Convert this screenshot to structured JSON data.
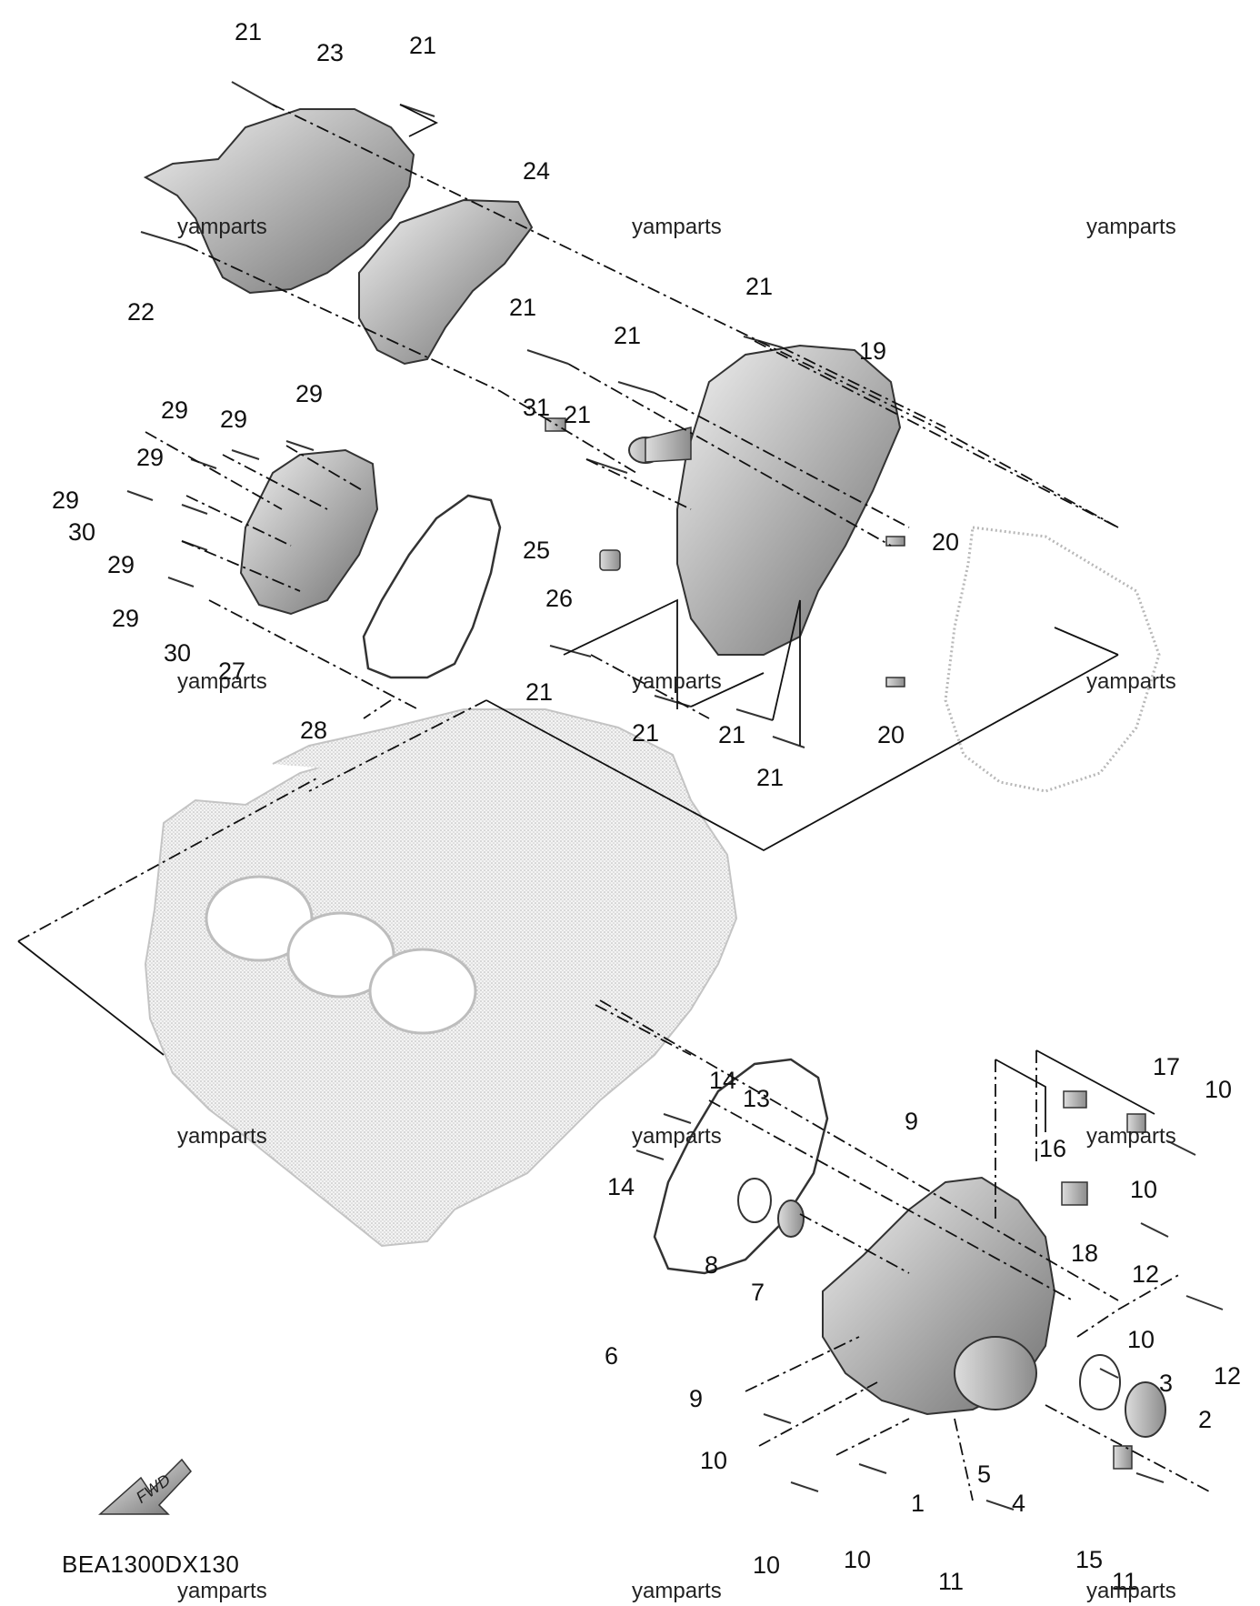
{
  "diagram": {
    "code": "BEA1300DX130",
    "watermark": "yamparts",
    "fwd_label": "FWD",
    "callouts": [
      "21",
      "23",
      "21",
      "24",
      "22",
      "21",
      "21",
      "19",
      "21",
      "29",
      "29",
      "29",
      "29",
      "29",
      "31",
      "21",
      "30",
      "29",
      "20",
      "25",
      "26",
      "29",
      "30",
      "27",
      "21",
      "28",
      "21",
      "21",
      "20",
      "21",
      "14",
      "13",
      "17",
      "10",
      "9",
      "16",
      "14",
      "10",
      "8",
      "18",
      "7",
      "12",
      "6",
      "10",
      "3",
      "12",
      "9",
      "2",
      "10",
      "5",
      "4",
      "1",
      "15",
      "10",
      "10",
      "11",
      "11"
    ]
  }
}
